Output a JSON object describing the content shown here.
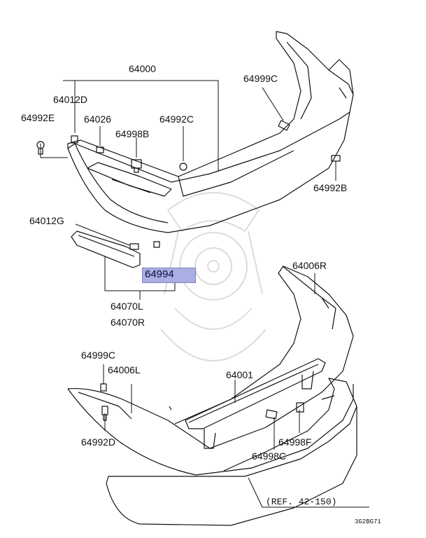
{
  "parts": {
    "bumper_upper": "64000",
    "bracket_d": "64012D",
    "screw_e": "64992E",
    "pad": "64026",
    "clip_b": "64998B",
    "screw_c": "64992C",
    "bolt_c_upper": "64999C",
    "screw_b": "64992B",
    "bracket_g": "64012G",
    "reflector_part": "64994",
    "reflector_l": "64070L",
    "reflector_r": "64070R",
    "bracket_r": "64006R",
    "bolt_c_lower": "64999C",
    "bracket_l": "64006L",
    "reinforcement": "64001",
    "screw_d": "64992D",
    "clip_f": "64998F",
    "clip_c": "64998C"
  },
  "reference": "(REF. 42-150)",
  "diagram_code": "3G2BG71",
  "colors": {
    "highlight": "#a9aee3",
    "line": "#111111",
    "watermark": "#d8d8d8"
  }
}
